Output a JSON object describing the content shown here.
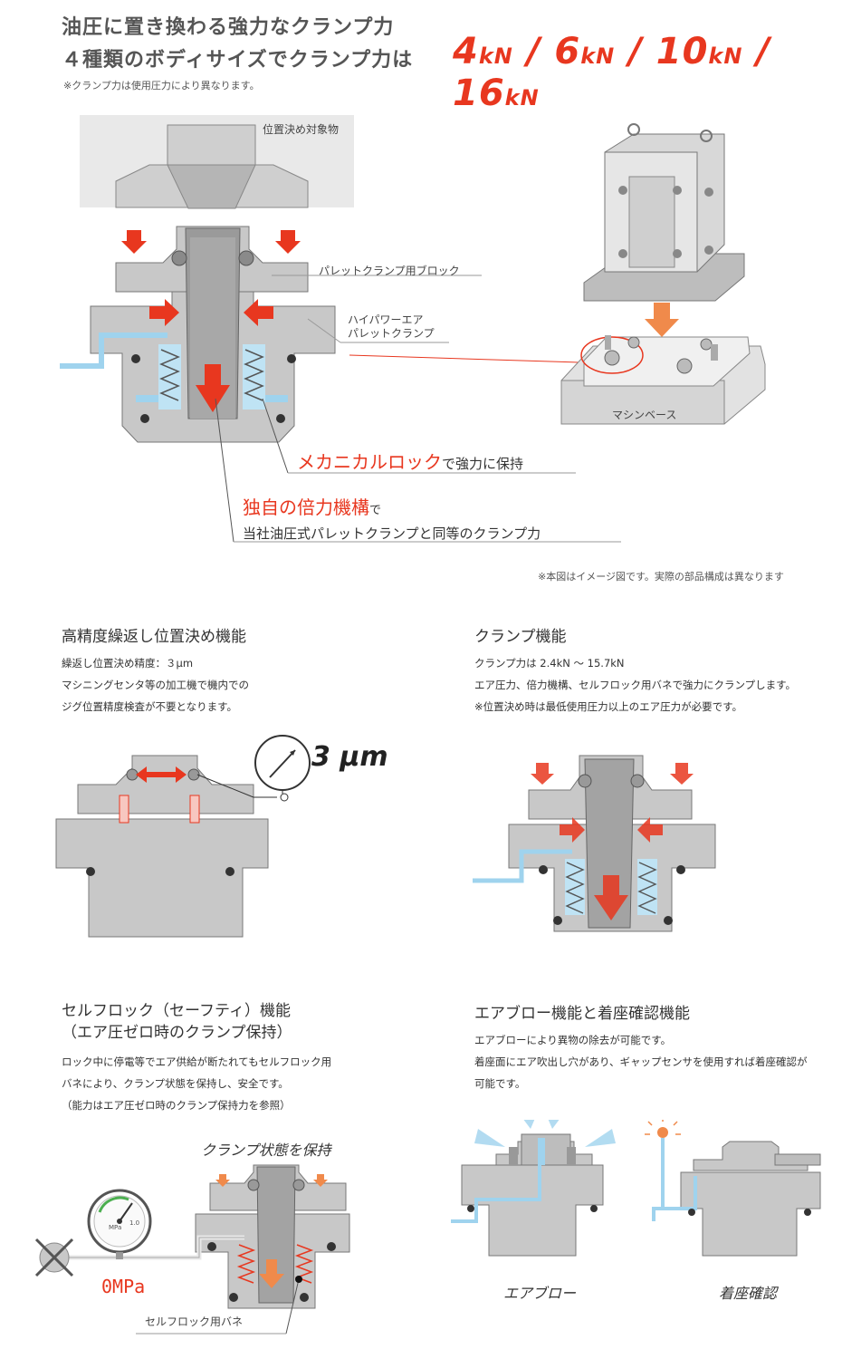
{
  "header": {
    "line1": "油圧に置き換わる強力なクランプ力",
    "line2": "４種類のボディサイズでクランプ力は",
    "forces": [
      {
        "num": "4",
        "unit": "kN"
      },
      {
        "num": "6",
        "unit": "kN"
      },
      {
        "num": "10",
        "unit": "kN"
      },
      {
        "num": "16",
        "unit": "kN"
      }
    ],
    "separator": "/",
    "note": "※クランプ力は使用圧力により異なります。"
  },
  "main_diagram": {
    "label_target": "位置決め対象物",
    "label_block": "パレットクランプ用ブロック",
    "label_clamp_1": "ハイパワーエア",
    "label_clamp_2": "パレットクランプ",
    "label_base": "マシンベース",
    "callout1_red": "メカニカルロック",
    "callout1_rest": "で強力に保持",
    "callout2_red": "独自の倍力機構",
    "callout2_small": "で",
    "callout2_line2": "当社油圧式パレットクランプと同等のクランプ力",
    "image_note": "※本図はイメージ図です。実際の部品構成は異なります"
  },
  "sections": {
    "precision": {
      "title": "高精度繰返し位置決め機能",
      "lines": [
        "繰返し位置決め精度：３μm",
        "マシニングセンタ等の加工機で機内での",
        "ジグ位置精度検査が不要となります。"
      ],
      "gauge_value": "3 μm"
    },
    "clamp": {
      "title": "クランプ機能",
      "lines": [
        "クランプ力は 2.4kN ～ 15.7kN",
        "エア圧力、倍力機構、セルフロック用バネで強力にクランプします。",
        "※位置決め時は最低使用圧力以上のエア圧力が必要です。"
      ]
    },
    "selflock": {
      "title_1": "セルフロック（セーフティ）機能",
      "title_2": "（エア圧ゼロ時のクランプ保持）",
      "lines": [
        "ロック中に停電等でエア供給が断たれてもセルフロック用",
        "バネにより、クランプ状態を保持し、安全です。",
        "（能力はエア圧ゼロ時のクランプ保持力を参照）"
      ],
      "hold_label": "クランプ状態を保持",
      "pressure_label": "0MPa",
      "gauge_unit": "MPa",
      "gauge_max": "1.0",
      "spring_label": "セルフロック用バネ"
    },
    "airblow": {
      "title": "エアブロー機能と着座確認機能",
      "lines": [
        "エアブローにより異物の除去が可能です。",
        "着座面にエア吹出し穴があり、ギャップセンサを使用すれば着座確認が",
        "可能です。"
      ],
      "label_airblow": "エアブロー",
      "label_seating": "着座確認"
    }
  },
  "colors": {
    "accent_red": "#e8371f",
    "air_blue": "#9fd3ee",
    "body_gray": "#c8c8c8",
    "dark_gray": "#8c8c8c"
  }
}
